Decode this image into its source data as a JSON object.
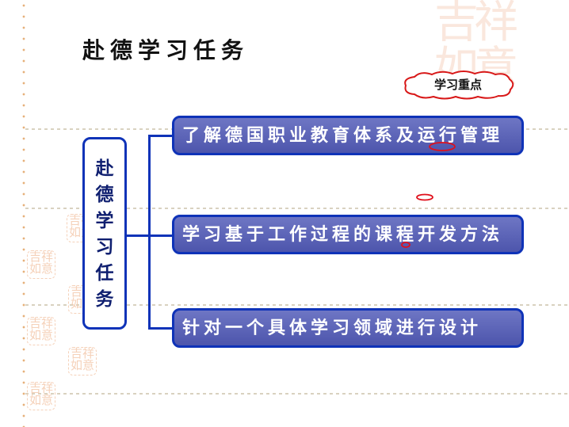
{
  "slide": {
    "title": "赴德学习任务",
    "badge": "学习重点",
    "center_label": "赴德学习任务",
    "tasks": [
      "了解德国职业教育体系及运行管理",
      "学习基于工作过程的课程开发方法",
      "针对一个具体学习领域进行设计"
    ]
  },
  "decoration": {
    "seal_text": "吉祥如意",
    "accent_color": "#0f33b8",
    "task_fill": "#5d65b8",
    "annotation_color": "#e0101c"
  }
}
